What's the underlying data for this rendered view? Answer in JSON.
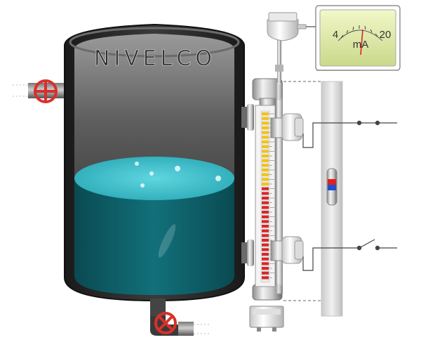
{
  "brand": {
    "logo_text": "NIVELCO"
  },
  "meter": {
    "min_label": "4",
    "max_label": "20",
    "unit": "mA"
  },
  "colors": {
    "tank_body": "#2b2b2b",
    "tank_inner_top": "#8c8c8c",
    "liquid_surface": "#35bcc9",
    "liquid_body": "#0e5a63",
    "valve_red": "#d9302a",
    "indicator_yellow": "#f1c21b",
    "indicator_red": "#d62828",
    "magnet_red": "#e0201c",
    "magnet_blue": "#1f4fd1",
    "meter_face": "#e6efb0"
  },
  "indicator": {
    "yellow_segments": 16,
    "red_segments": 20
  },
  "switches": [
    {
      "id": "upper",
      "state": "closed"
    },
    {
      "id": "lower",
      "state": "open"
    }
  ]
}
